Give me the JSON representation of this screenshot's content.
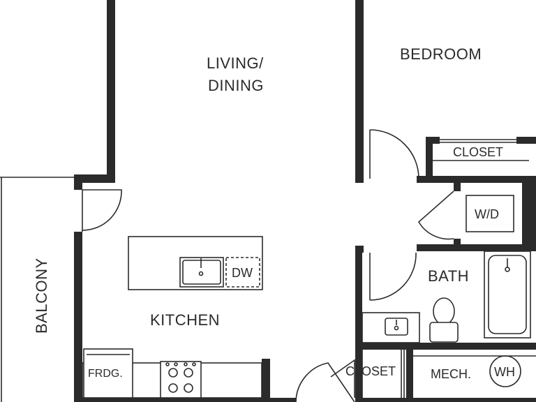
{
  "rooms": {
    "living_line1": "LIVING/",
    "living_line2": "DINING",
    "bedroom": "BEDROOM",
    "bedroom_closet": "CLOSET",
    "washer_dryer": "W/D",
    "bath": "BATH",
    "kitchen": "KITCHEN",
    "balcony": "BALCONY",
    "hall_closet": "CLOSET",
    "mechanical": "MECH.",
    "water_heater": "WH",
    "fridge": "FRDG.",
    "dishwasher": "DW"
  }
}
